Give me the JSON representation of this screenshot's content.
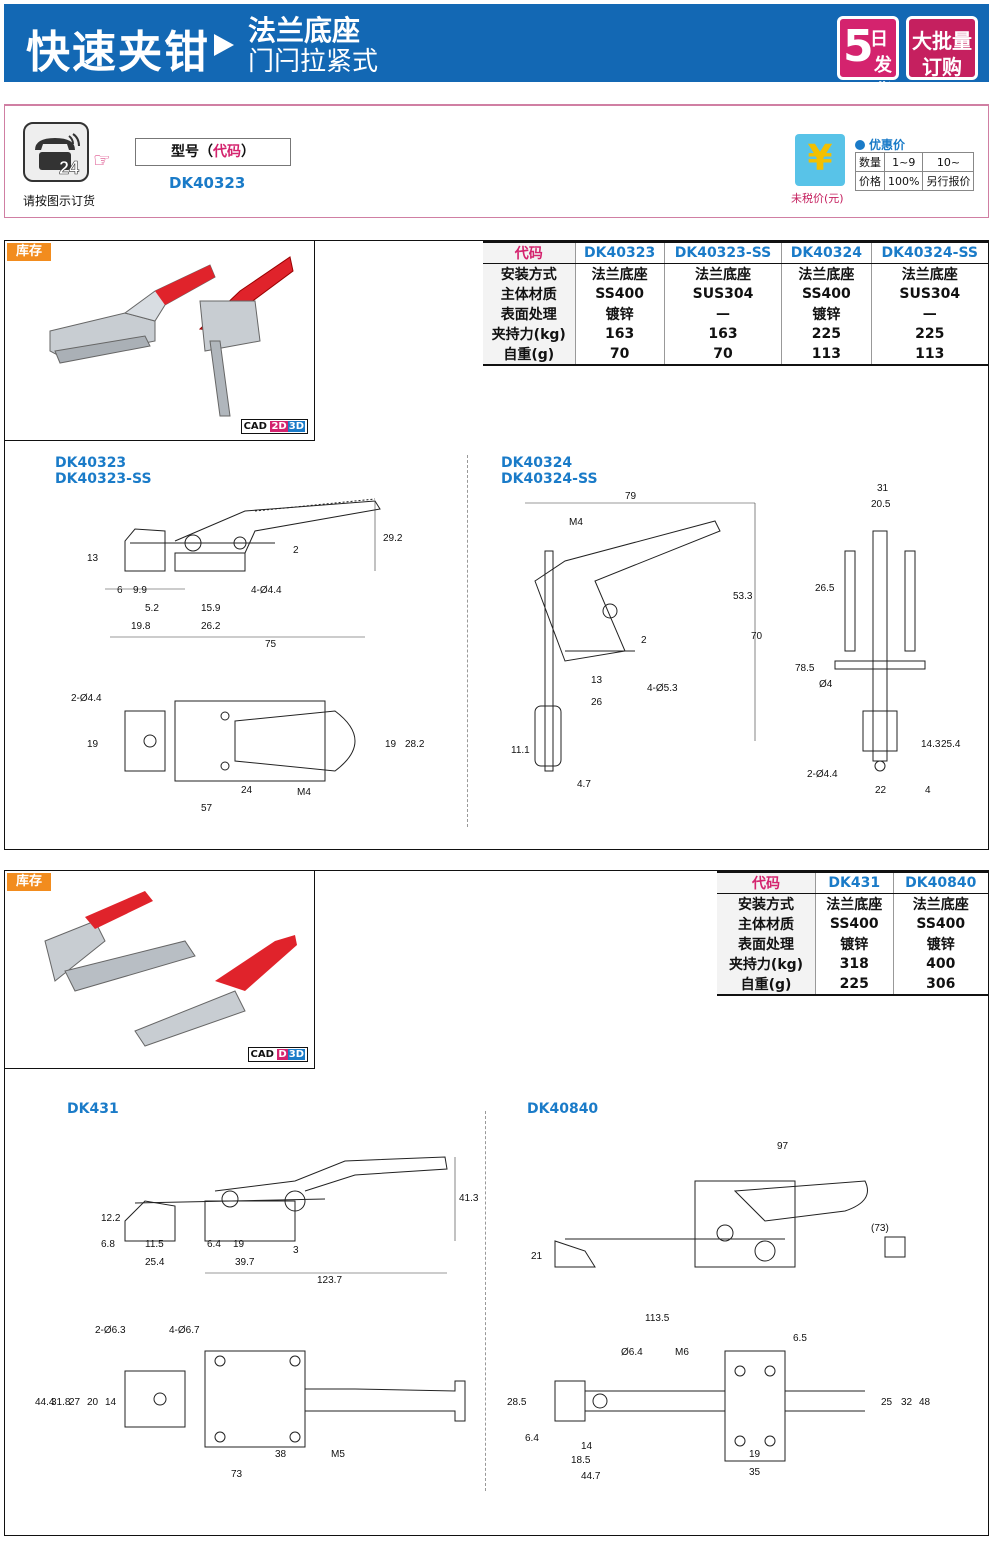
{
  "header": {
    "title": "快速夹钳",
    "sub1": "法兰底座",
    "sub2": "门闩拉紧式",
    "badge1_big": "5",
    "badge1_a": "日",
    "badge1_b": "发货",
    "badge2_a": "大批量",
    "badge2_b": "订购"
  },
  "order": {
    "phone_num": "24",
    "note": "请按图示订货",
    "model_label": "型号",
    "model_code_label": "代码",
    "paren_open": "（",
    "paren_close": "）",
    "model_example": "DK40323",
    "yen": "¥",
    "notax": "未税价(元)",
    "discount_label": "优惠价",
    "disc_rows": [
      [
        "数量",
        "1~9",
        "10~"
      ],
      [
        "价格",
        "100%",
        "另行报价"
      ]
    ]
  },
  "section1": {
    "stock": "库存",
    "cad": "CAD",
    "cad2d": "2D",
    "cad3d": "3D",
    "table": [
      [
        "代码",
        "DK40323",
        "DK40323-SS",
        "DK40324",
        "DK40324-SS"
      ],
      [
        "安装方式",
        "法兰底座",
        "法兰底座",
        "法兰底座",
        "法兰底座"
      ],
      [
        "主体材质",
        "SS400",
        "SUS304",
        "SS400",
        "SUS304"
      ],
      [
        "表面处理",
        "镀锌",
        "—",
        "镀锌",
        "—"
      ],
      [
        "夹持力(kg)",
        "163",
        "163",
        "225",
        "225"
      ],
      [
        "自重(g)",
        "70",
        "70",
        "113",
        "113"
      ]
    ],
    "left_codes": [
      "DK40323",
      "DK40323-SS"
    ],
    "right_codes": [
      "DK40324",
      "DK40324-SS"
    ]
  },
  "section2": {
    "stock": "库存",
    "cad": "CAD",
    "cad2d": "D",
    "cad3d": "3D",
    "table": [
      [
        "代码",
        "DK431",
        "DK40840"
      ],
      [
        "安装方式",
        "法兰底座",
        "法兰底座"
      ],
      [
        "主体材质",
        "SS400",
        "SS400"
      ],
      [
        "表面处理",
        "镀锌",
        "镀锌"
      ],
      [
        "夹持力(kg)",
        "318",
        "400"
      ],
      [
        "自重(g)",
        "225",
        "306"
      ]
    ],
    "left_code": "DK431",
    "right_code": "DK40840"
  },
  "dims": {
    "d1": [
      "13",
      "6",
      "9.9",
      "5.2",
      "15.9",
      "19.8",
      "26.2",
      "75",
      "4-Ø4.4",
      "2",
      "29.2"
    ],
    "d1b": [
      "2-Ø4.4",
      "19",
      "24",
      "57",
      "M4",
      "19",
      "28.2"
    ],
    "d2": [
      "79",
      "M4",
      "53.3",
      "70",
      "2",
      "13",
      "26",
      "4-Ø5.3",
      "11.1",
      "4.7"
    ],
    "d2s": [
      "31",
      "20.5",
      "26.5",
      "78.5",
      "Ø4",
      "14.3",
      "25.4",
      "2-Ø4.4",
      "22",
      "4"
    ],
    "d3": [
      "12.2",
      "6.8",
      "11.5",
      "25.4",
      "6.4",
      "19",
      "39.7",
      "123.7",
      "3",
      "41.3"
    ],
    "d3b": [
      "2-Ø6.3",
      "4-Ø6.7",
      "44.4",
      "31.8",
      "27",
      "20",
      "14",
      "38",
      "73",
      "M5"
    ],
    "d4": [
      "97",
      "21",
      "(73)"
    ],
    "d4b": [
      "113.5",
      "Ø6.4",
      "M6",
      "6.5",
      "28.5",
      "6.4",
      "14",
      "18.5",
      "44.7",
      "19",
      "35",
      "25",
      "32",
      "48"
    ]
  }
}
